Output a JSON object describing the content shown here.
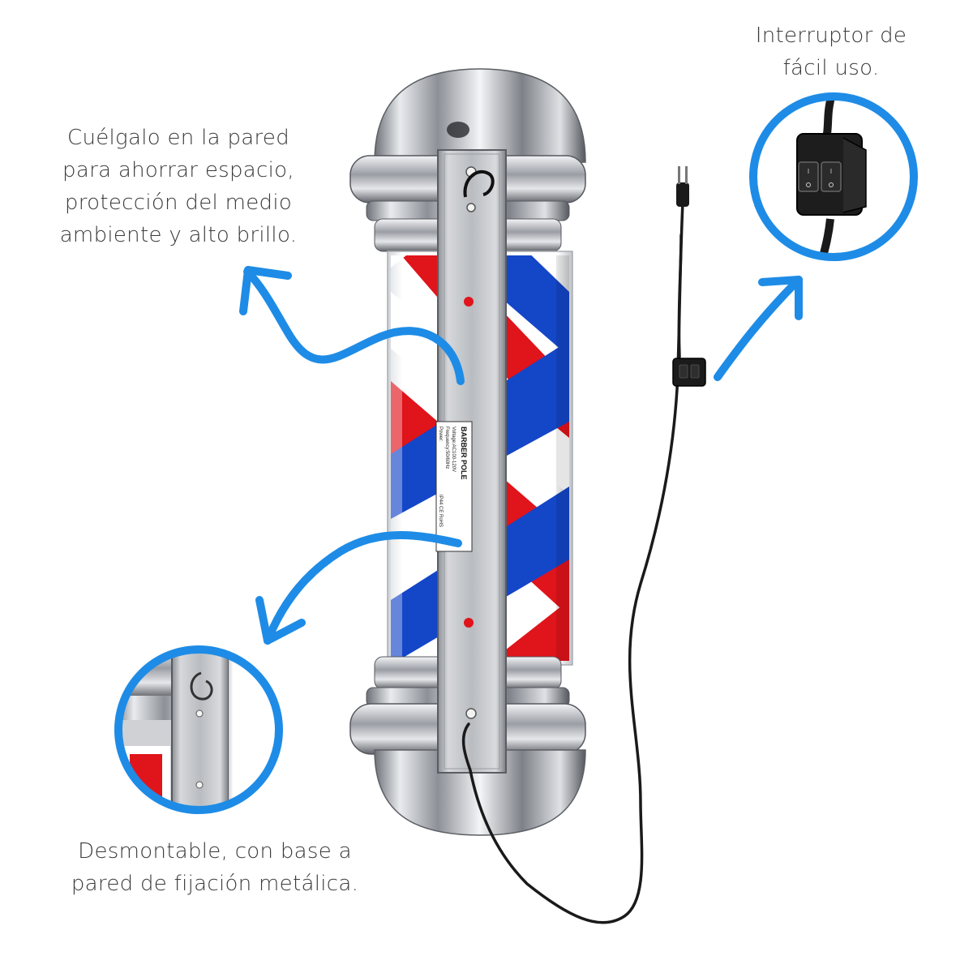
{
  "colors": {
    "accent_blue": "#1E8CE6",
    "stripe_red": "#E0141B",
    "stripe_blue": "#1446C8",
    "chrome": "#C9CBD0",
    "text": "#3A3A3A"
  },
  "captions": {
    "hang": {
      "lines": [
        "Cuélgalo en la pared",
        "para ahorrar espacio,",
        "protección del medio",
        "ambiente y alto brillo."
      ]
    },
    "switch": {
      "lines": [
        "Interruptor de",
        "fácil uso."
      ]
    },
    "detach": {
      "lines": [
        "Desmontable, con base a",
        "pared de fijación metálica."
      ]
    }
  },
  "product_label": {
    "title": "BARBER POLE",
    "lines": [
      "Voltage:AC100-120V",
      "Frequency:50/60Hz",
      "Power:",
      "IP44 CE RoHS"
    ]
  },
  "icons": [
    "arrow-icon",
    "plug-icon",
    "switch-icon"
  ]
}
